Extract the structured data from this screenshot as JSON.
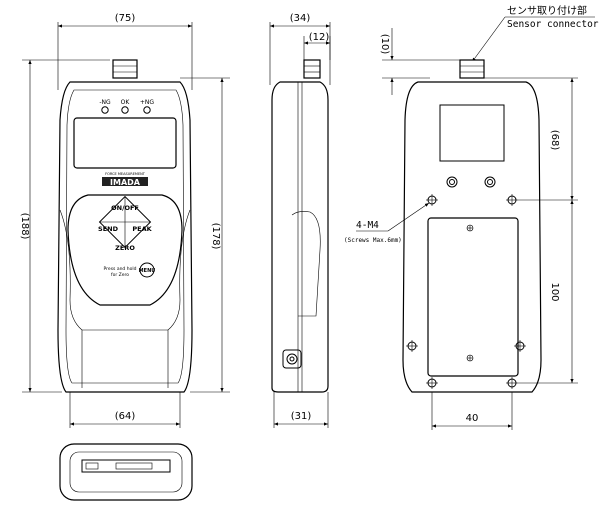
{
  "dimensions": {
    "front_width": "(75)",
    "front_height": "(188)",
    "front_body_height": "(178)",
    "bottom_width": "(64)",
    "side_depth": "(34)",
    "connector_depth": "(12)",
    "side_bottom_depth": "(31)",
    "connector_height": "(10)",
    "rear_connector_to_holes": "(68)",
    "hole_spacing_vertical": "100",
    "hole_spacing_horizontal": "40"
  },
  "labels": {
    "sensor_connector_jp": "センサ取り付け部",
    "sensor_connector_en": "Sensor connector",
    "screw_spec": "4-M4",
    "screw_note": "(Screws Max.6mm)"
  },
  "device": {
    "led_ng_low": "-NG",
    "led_ok": "OK",
    "led_ng_high": "+NG",
    "brand_small": "FORCE MEASUREMENT",
    "brand": "IMADA",
    "key_onoff": "ON/OFF",
    "key_send": "SEND",
    "key_peak": "PEAK",
    "key_zero": "ZERO",
    "key_menu": "MENU",
    "zero_hint_1": "Press and hold",
    "zero_hint_2": "for Zero"
  }
}
